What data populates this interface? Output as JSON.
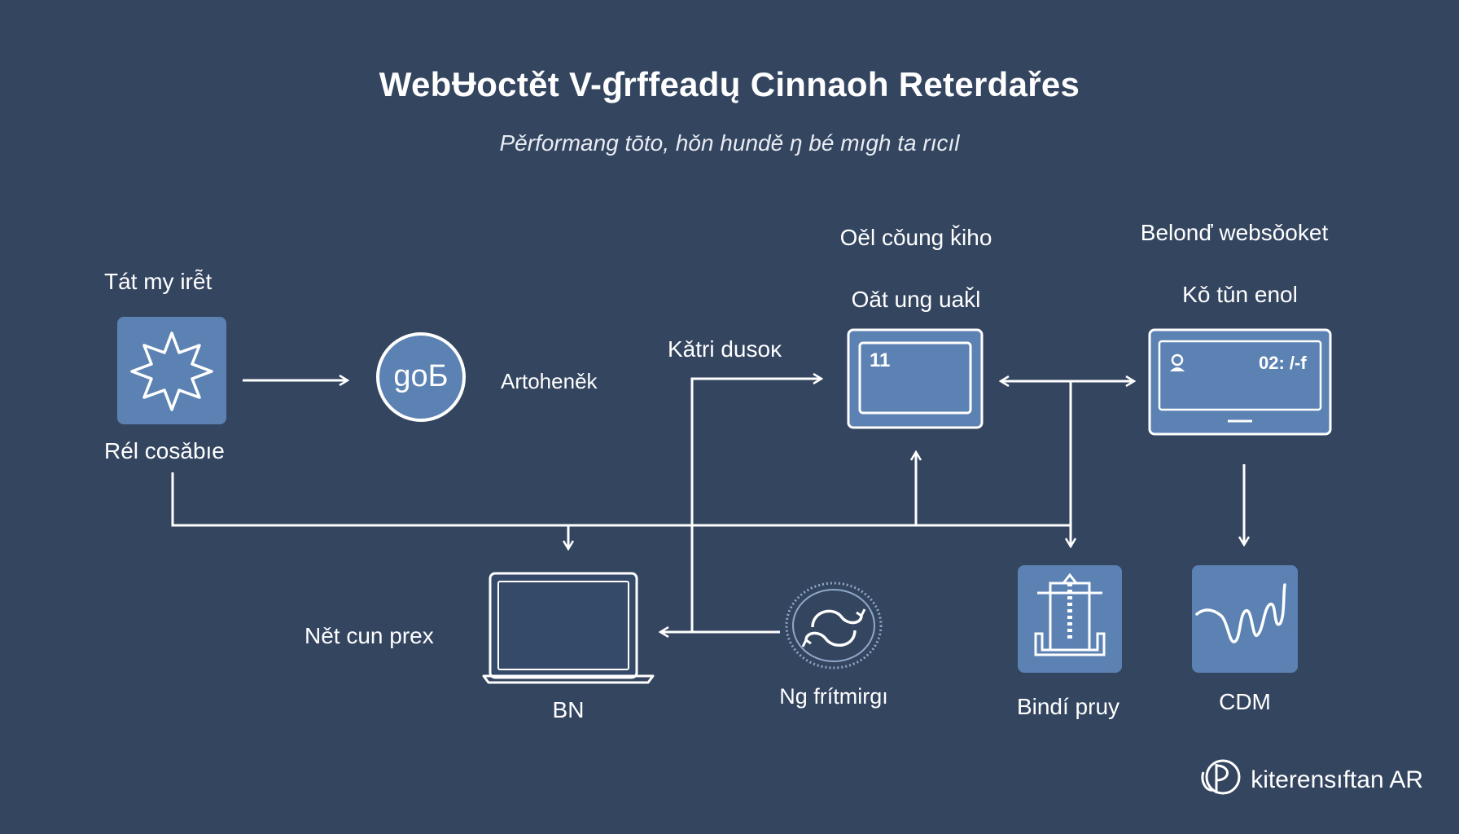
{
  "title": "WebɄoctět V-ɠrffeadų Cinnaoh Reterdařes",
  "subtitle": "Pěrformang tōto, hǒn hundě ŋ bé mıgh ta rıcıl",
  "nodes": {
    "star": {
      "top_label": "Tát my irễt",
      "bottom_label": "Rél cosǎbıe",
      "icon": "star-icon"
    },
    "circle": {
      "glyph": "goБ",
      "side_label": "Artoheněk",
      "icon": "circle-badge-icon"
    },
    "arrow_label": "Kǎtri dusoĸ",
    "screen1": {
      "top_label_1": "Oěl cǒung ǩiho",
      "top_label_2": "Oǎt ung uaǩl",
      "screen_text": "11",
      "icon": "monitor-icon"
    },
    "screen2": {
      "top_label_1": "Belonď websǒoket",
      "top_label_2": "Kǒ tǔn enol",
      "screen_text": "02: /-f",
      "icon": "display-icon"
    },
    "laptop": {
      "left_label": "Nět cun prex",
      "bottom_label": "BN",
      "icon": "laptop-icon"
    },
    "sync": {
      "bottom_label": "Ng frítmirgı",
      "icon": "sync-icon"
    },
    "server": {
      "bottom_label": "Bindí pruy",
      "icon": "server-icon"
    },
    "chart": {
      "bottom_label": "CDM",
      "icon": "waveform-icon"
    }
  },
  "brand": {
    "name": "kiterensıftan AR",
    "icon": "brand-logo-icon"
  },
  "colors": {
    "background": "#344560",
    "tile": "#5b82b3",
    "line": "#ffffff"
  }
}
